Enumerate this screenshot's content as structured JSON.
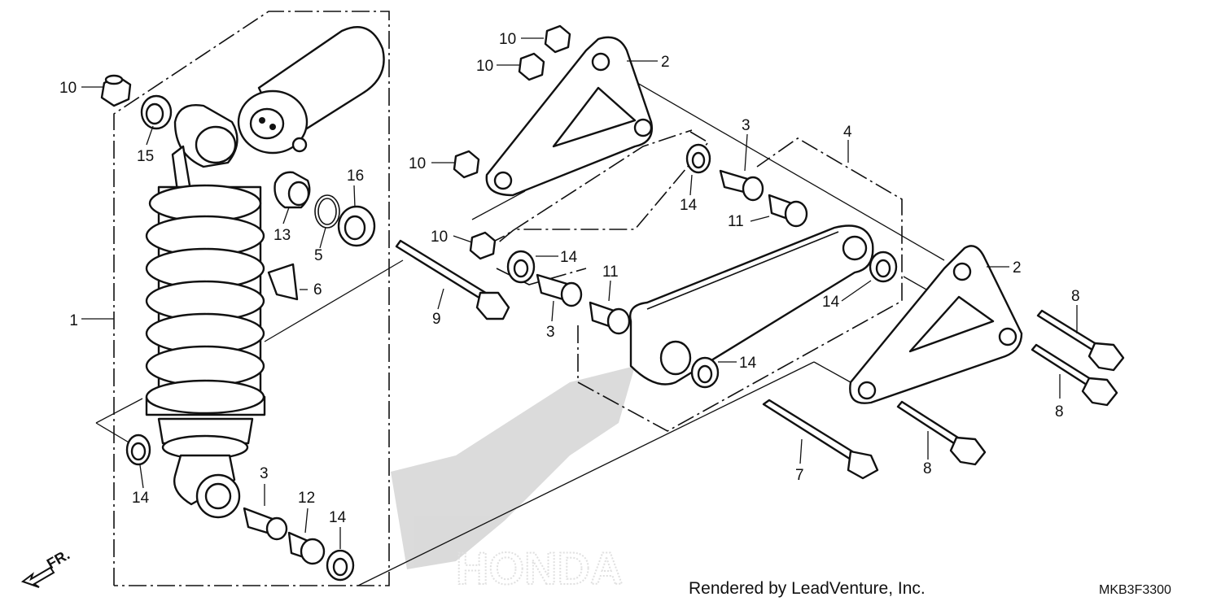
{
  "diagram": {
    "callouts": [
      {
        "id": "c1",
        "text": "1"
      },
      {
        "id": "c2a",
        "text": "2"
      },
      {
        "id": "c2b",
        "text": "2"
      },
      {
        "id": "c3a",
        "text": "3"
      },
      {
        "id": "c3b",
        "text": "3"
      },
      {
        "id": "c3c",
        "text": "3"
      },
      {
        "id": "c4",
        "text": "4"
      },
      {
        "id": "c5",
        "text": "5"
      },
      {
        "id": "c6",
        "text": "6"
      },
      {
        "id": "c7",
        "text": "7"
      },
      {
        "id": "c8a",
        "text": "8"
      },
      {
        "id": "c8b",
        "text": "8"
      },
      {
        "id": "c8c",
        "text": "8"
      },
      {
        "id": "c9",
        "text": "9"
      },
      {
        "id": "c10a",
        "text": "10"
      },
      {
        "id": "c10b",
        "text": "10"
      },
      {
        "id": "c10c",
        "text": "10"
      },
      {
        "id": "c10d",
        "text": "10"
      },
      {
        "id": "c10e",
        "text": "10"
      },
      {
        "id": "c11a",
        "text": "11"
      },
      {
        "id": "c11b",
        "text": "11"
      },
      {
        "id": "c12",
        "text": "12"
      },
      {
        "id": "c13",
        "text": "13"
      },
      {
        "id": "c14a",
        "text": "14"
      },
      {
        "id": "c14b",
        "text": "14"
      },
      {
        "id": "c14c",
        "text": "14"
      },
      {
        "id": "c14d",
        "text": "14"
      },
      {
        "id": "c14e",
        "text": "14"
      },
      {
        "id": "c14f",
        "text": "14"
      },
      {
        "id": "c15",
        "text": "15"
      },
      {
        "id": "c16",
        "text": "16"
      }
    ],
    "direction_label": "FR.",
    "watermark": "HONDA"
  },
  "footer": {
    "credit": "Rendered by LeadVenture, Inc.",
    "diagram_code": "MKB3F3300"
  }
}
